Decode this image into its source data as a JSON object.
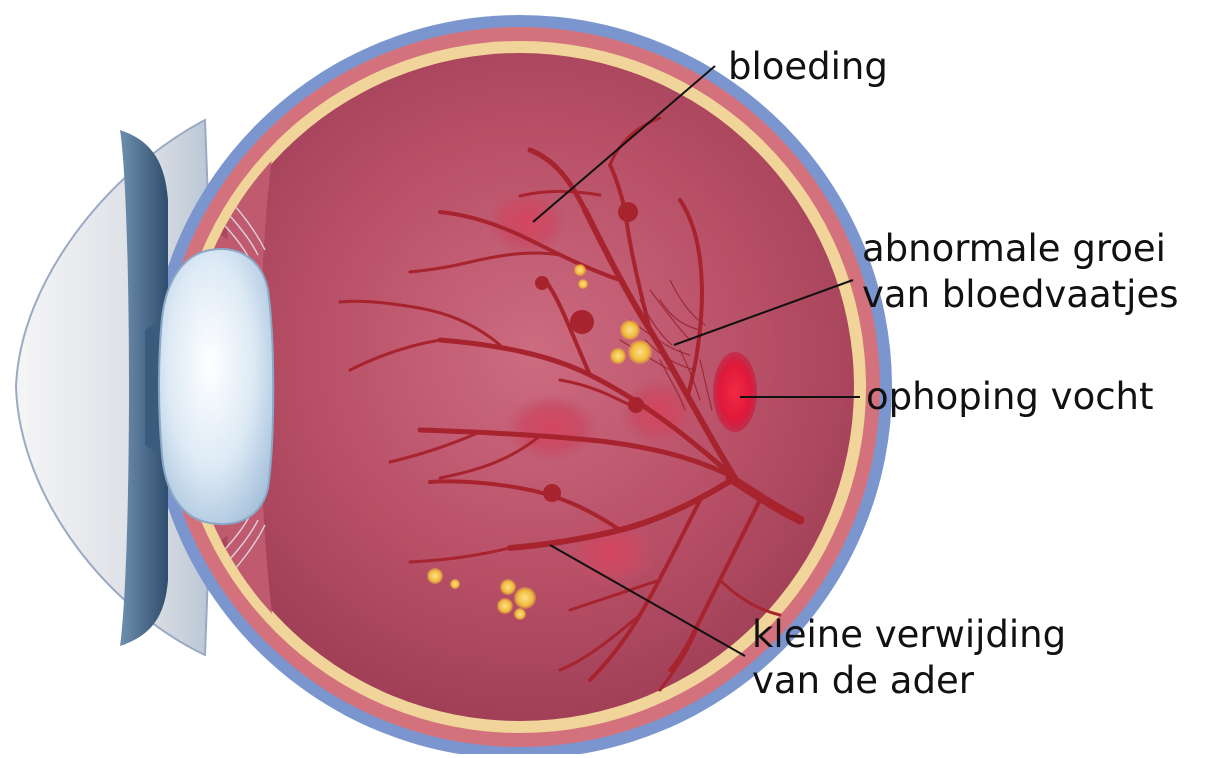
{
  "labels": {
    "bleeding": "bloeding",
    "abnormal_growth": [
      "abnormale groei",
      "van bloedvaatjes"
    ],
    "fluid_buildup": "ophoping vocht",
    "vein_dilation": [
      "kleine verwijding",
      "van de ader"
    ]
  },
  "colors": {
    "sclera_outer": "#7b96cf",
    "choroid": "#d3727c",
    "retina_band": "#f0d49a",
    "vitreous": "#b24d63",
    "vessel": "#a7232e",
    "hemorrhage": "#d94c67",
    "exudate": "#f4c34a",
    "fluid": "#e01738",
    "lens": "#cfe1f1",
    "cornea": "#e6e8ec",
    "leader_line": "#111111"
  }
}
